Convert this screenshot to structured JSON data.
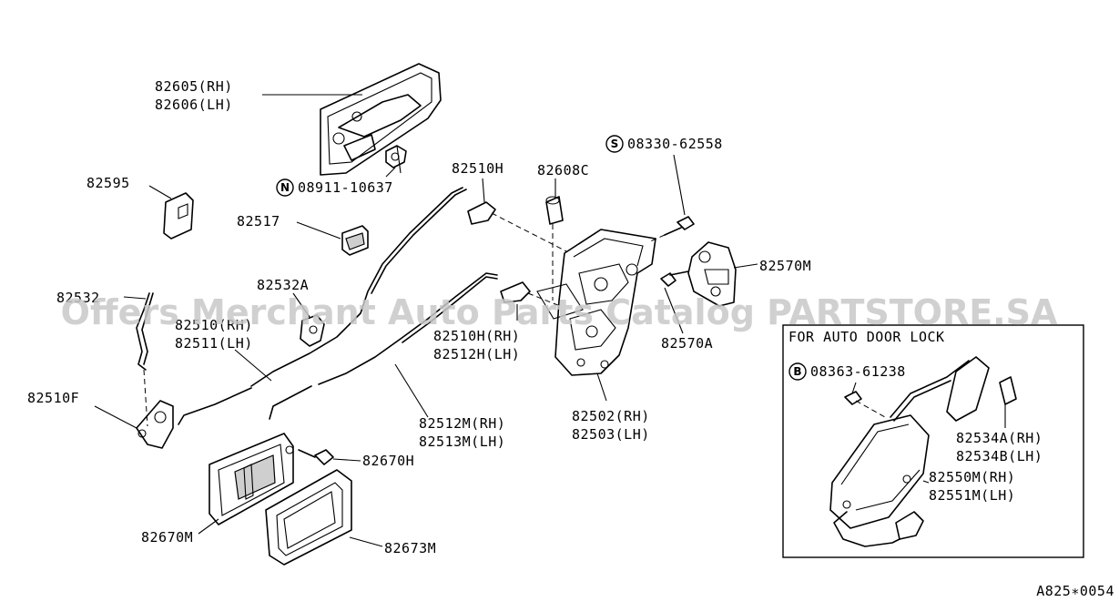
{
  "watermark": "Offers Merchant Auto Parts Catalog PARTSTORE.SA",
  "diagram_code": "A825∗0054",
  "inset_title": "FOR AUTO DOOR LOCK",
  "labels": {
    "l82605": "82605(RH)",
    "l82606": "82606(LH)",
    "l08911": "08911-10637",
    "l82595": "82595",
    "l82517": "82517",
    "l82510H_top": "82510H",
    "l82608C": "82608C",
    "l08330": "08330-62558",
    "l82570M": "82570M",
    "l82570A": "82570A",
    "l82532A": "82532A",
    "l82532": "82532",
    "l82510RH": "82510(RH)",
    "l82511LH": "82511(LH)",
    "l82510HRH": "82510H(RH)",
    "l82512HLH": "82512H(LH)",
    "l82510F": "82510F",
    "l82502": "82502(RH)",
    "l82503": "82503(LH)",
    "l82512M": "82512M(RH)",
    "l82513M": "82513M(LH)",
    "l82670H": "82670H",
    "l82670M": "82670M",
    "l82673M": "82673M",
    "l08363": "08363-61238",
    "l82534A": "82534A(RH)",
    "l82534B": "82534B(LH)",
    "l82550M": "82550M(RH)",
    "l82551M": "82551M(LH)"
  },
  "circle_marks": {
    "n": "N",
    "s": "S",
    "b": "B"
  },
  "colors": {
    "line": "#000000",
    "background": "#ffffff",
    "watermark": "#c8c8c8"
  }
}
